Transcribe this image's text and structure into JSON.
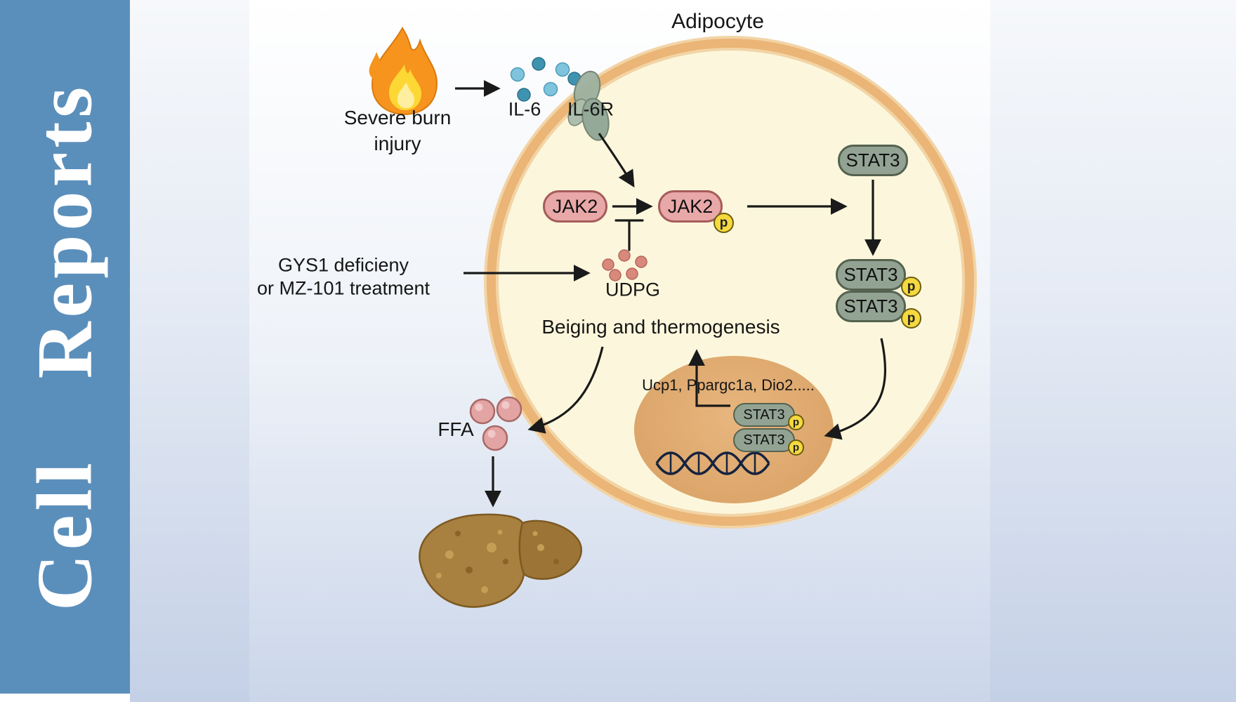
{
  "sidebar": {
    "journal_title": "Cell Reports"
  },
  "diagram": {
    "title": "Adipocyte",
    "burn": {
      "line1": "Severe burn",
      "line2": "injury"
    },
    "il6": "IL-6",
    "il6r": "IL-6R",
    "jak2": "JAK2",
    "stat3": "STAT3",
    "p": "p",
    "gys1": {
      "line1": "GYS1 deficieny",
      "line2": "or MZ-101 treatment"
    },
    "udpg": "UDPG",
    "beiging": "Beiging and thermogenesis",
    "genes": "Ucp1, Ppargc1a, Dio2.....",
    "ffa": "FFA"
  },
  "colors": {
    "sidebar_blue": "#5b8fbb",
    "membrane": "#eab576",
    "cytoplasm": "#fcf7dc",
    "nucleus": "#dfa96f",
    "jak2_fill": "#e9a8a8",
    "jak2_border": "#a65c5c",
    "stat3_fill": "#93a393",
    "stat3_border": "#54624f",
    "phospho_yellow": "#f5d93e",
    "il6_dot_light": "#7fc4dc",
    "il6_dot_dark": "#3e93b0",
    "udpg_dot": "#d9897c",
    "ffa_fill": "#e3a4a4",
    "flame_orange": "#f6941d",
    "flame_yellow": "#fdd835",
    "liver_brown": "#a8803f",
    "arrow_black": "#1a1a1a"
  }
}
